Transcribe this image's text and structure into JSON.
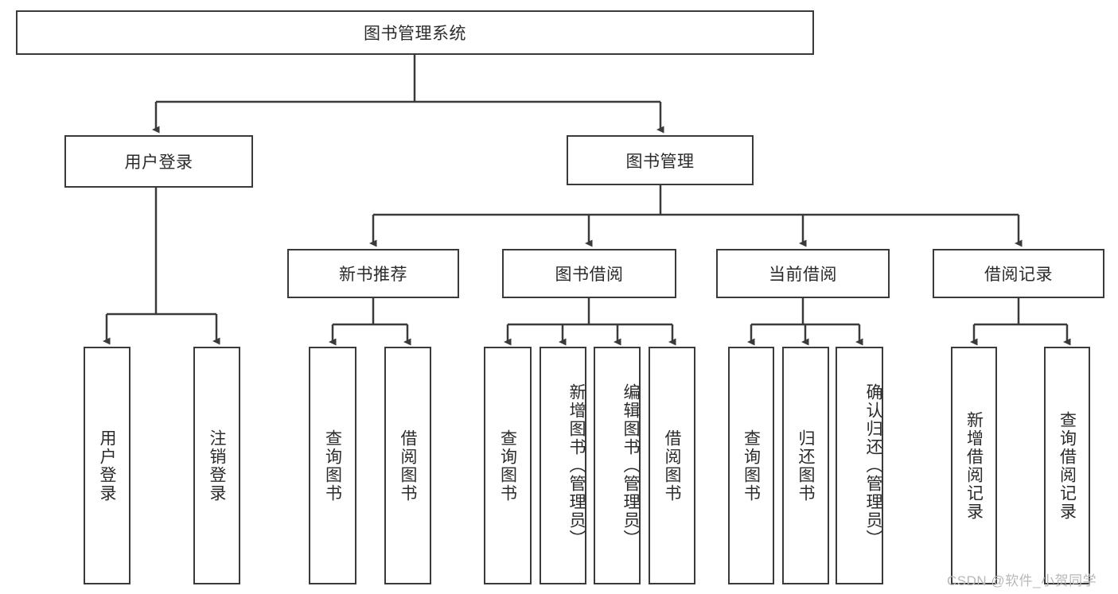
{
  "diagram": {
    "title": "图书管理系统",
    "type": "tree-hierarchy",
    "root": {
      "label": "图书管理系统"
    },
    "level2": [
      {
        "label": "用户登录"
      },
      {
        "label": "图书管理"
      }
    ],
    "level3": [
      {
        "label": "新书推荐"
      },
      {
        "label": "图书借阅"
      },
      {
        "label": "当前借阅"
      },
      {
        "label": "借阅记录"
      }
    ],
    "leaves_user_login": [
      {
        "label": "用户登录"
      },
      {
        "label": "注销登录"
      }
    ],
    "leaves_new_book": [
      {
        "label": "查询图书"
      },
      {
        "label": "借阅图书"
      }
    ],
    "leaves_borrow": [
      {
        "label": "查询图书"
      },
      {
        "label": "新增图书（管理员）"
      },
      {
        "label": "编辑图书（管理员）"
      },
      {
        "label": "借阅图书"
      }
    ],
    "leaves_current": [
      {
        "label": "查询图书"
      },
      {
        "label": "归还图书"
      },
      {
        "label": "确认归还（管理员）"
      }
    ],
    "leaves_records": [
      {
        "label": "新增借阅记录"
      },
      {
        "label": "查询借阅记录"
      }
    ]
  },
  "watermark": {
    "text": "CSDN @软件_小贺同学"
  },
  "colors": {
    "stroke": "#3a3a3a",
    "background": "#ffffff",
    "text": "#2b2b2b",
    "watermark": "#b8b8b8"
  }
}
